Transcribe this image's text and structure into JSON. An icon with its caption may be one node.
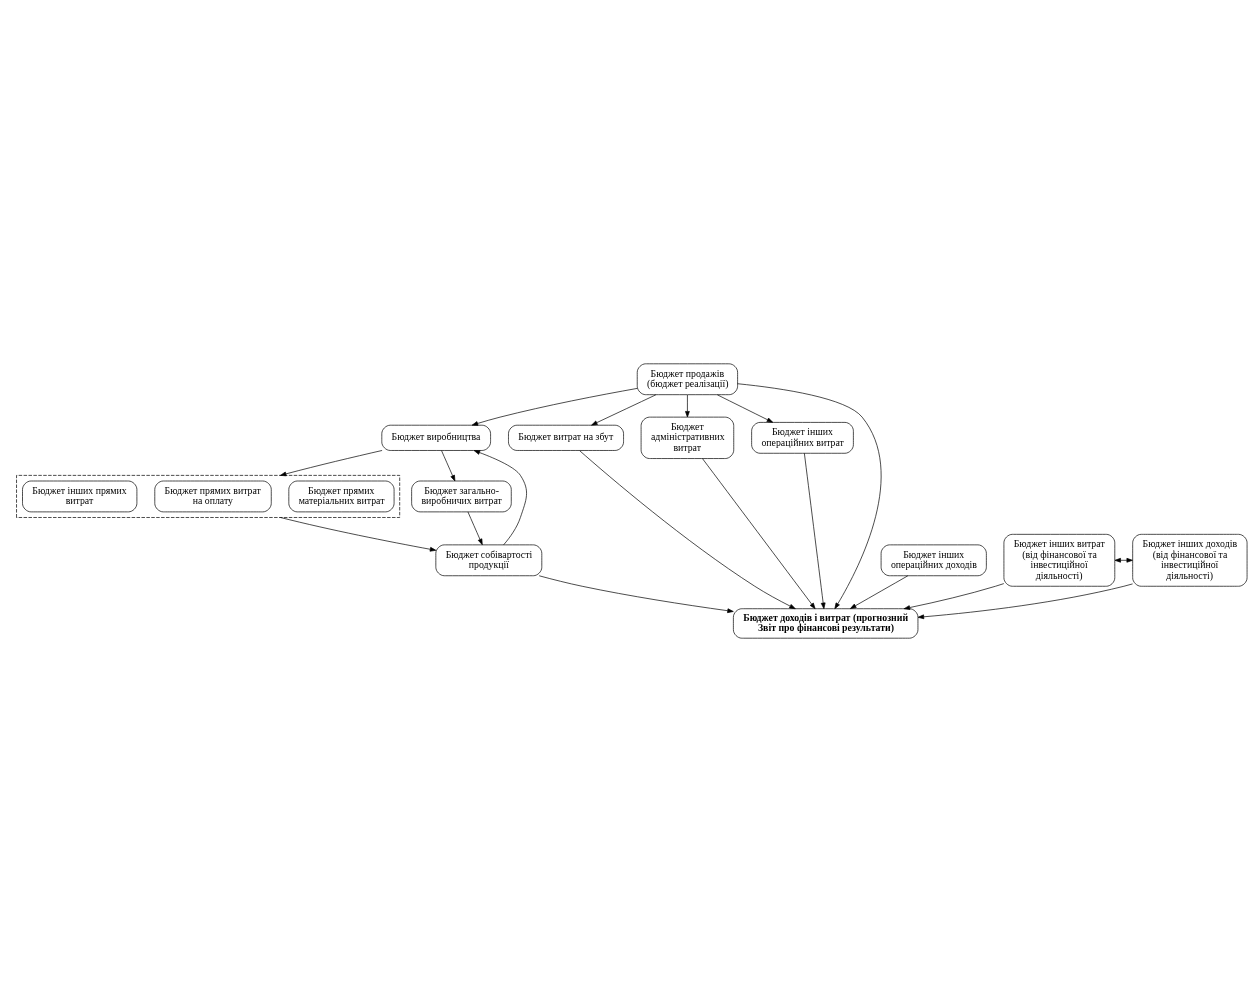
{
  "diagram": {
    "nodes": [
      {
        "text": [
          "Бюджет виробництва"
        ]
      },
      {
        "text": [
          "Бюджет продажів (бюджет реалізації)"
        ]
      },
      {
        "text": [],
        "shape": "box"
      },
      {
        "text": [
          "Бюджет прямих матеріальних витрат"
        ],
        "in": 2
      },
      {
        "text": [
          "Бюджет прямих витрат на оплату"
        ],
        "in": 2
      },
      {
        "text": [
          "Бюджет інших прямих витрат"
        ],
        "in": 2
      },
      {
        "text": [
          "Бюджет витрат на збут"
        ]
      },
      {
        "text": [
          "Бюджет адміністративних витрат"
        ]
      },
      {
        "text": [
          "Бюджет інших операційних витрат"
        ]
      },
      {
        "text": [
          "Бюджет інших операційних доходів"
        ]
      },
      {
        "text": [
          "Бюджет загально-виробничих витрат"
        ]
      },
      {
        "text": [
          "Бюджет собівартості продукції"
        ]
      },
      {
        "text": [
          "Бюджет доходів і витрат (прогнозний Звіт про фінансові результати)"
        ]
      },
      {
        "text": [
          "Бюджет інших витрат (від фінансової та інвестиційної діяльності)"
        ]
      },
      {
        "text": [
          "Бюджет інших доходів (від фінансової та інвестиційної діяльності)"
        ]
      }
    ],
    "edges": [
      {
        "from": 1,
        "to": 0,
        "arrow": "to"
      },
      {
        "from": 0,
        "to": 2,
        "arrow": "to"
      },
      {
        "from": 0,
        "to": 10,
        "arrow": "to"
      },
      {
        "from": 1,
        "to": 6,
        "arrow": "to"
      },
      {
        "from": 1,
        "to": 7,
        "arrow": "to"
      },
      {
        "from": 1,
        "to": 8,
        "arrow": "to"
      },
      {
        "from": 1,
        "to": 12,
        "arrow": "to"
      },
      {
        "from": 6,
        "to": 12,
        "arrow": "to"
      },
      {
        "from": 7,
        "to": 12,
        "arrow": "to"
      },
      {
        "from": 8,
        "to": 12,
        "arrow": "to"
      },
      {
        "from": 9,
        "to": 12,
        "arrow": "to"
      },
      {
        "from": 2,
        "to": 11,
        "arrow": "to"
      },
      {
        "from": 10,
        "to": 11,
        "arrow": "to"
      },
      {
        "from": 11,
        "to": 0,
        "arrow": "to"
      },
      {
        "from": 11,
        "to": 12,
        "arrow": "to"
      },
      {
        "from": 13,
        "to": 12,
        "arrow": "to"
      },
      {
        "from": 14,
        "to": 12,
        "arrow": "to"
      },
      {
        "from": 13,
        "to": 14,
        "arrow": "both"
      }
    ]
  }
}
